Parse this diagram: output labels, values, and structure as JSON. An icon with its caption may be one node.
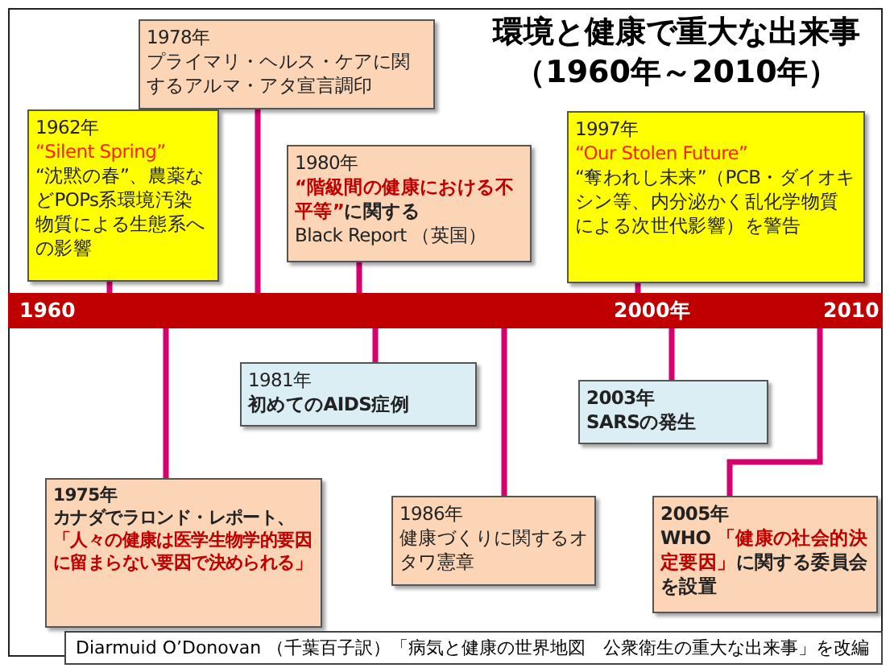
{
  "diagram": {
    "title": "環境と健康で重大な出来事（1960年～2010年）",
    "caption": "Diarmuid O’Donovan （千葉百子訳）「病気と健康の世界地図　公衆衛生の重大な出来事」を改編",
    "nodes": [
      {
        "text": [
          "1978年",
          "プライマリ・ヘルス・ケアに関するアルマ・アタ宣言調印"
        ]
      },
      {
        "text": [
          "1962年",
          "“Silent Spring”",
          "“沈黙の春”、農薬などPOPs系環境汚染物質による生態系への影響"
        ]
      },
      {
        "text": [
          "1980年",
          "**“階級間の健康における不平等”**に関する",
          "Black Report （英国）"
        ]
      },
      {
        "text": [
          "1997年",
          "“Our Stolen Future”",
          "“奪われし未来”（PCB・ダイオキシン等、内分泌かく乱化学物質による次世代影響）を警告"
        ]
      },
      {
        "text": [],
        "shape": "bar"
      },
      {
        "text": [
          "1981年",
          "初めてのAIDS症例"
        ]
      },
      {
        "text": [
          "2003年",
          "SARSの発生"
        ]
      },
      {
        "text": [
          "1975年",
          "カナダでラロンド・レポート、",
          "「人々の健康は医学生物学的要因に留まらない要因で決められる」"
        ]
      },
      {
        "text": [
          "1986年",
          "健康づくりに関するオタワ憲章"
        ]
      },
      {
        "text": [
          "2005年",
          "WHO **「健康の社会的決定要因」**に関する委員会を設置"
        ]
      }
    ],
    "edges": [
      {
        "from": 0,
        "to": 4,
        "arrow": "none"
      },
      {
        "from": 1,
        "to": 4,
        "arrow": "none"
      },
      {
        "from": 2,
        "to": 4,
        "arrow": "none"
      },
      {
        "from": 3,
        "to": 4,
        "arrow": "none"
      },
      {
        "from": 5,
        "to": 4,
        "arrow": "none"
      },
      {
        "from": 6,
        "to": 4,
        "arrow": "none"
      },
      {
        "from": 7,
        "to": 4,
        "arrow": "none"
      },
      {
        "from": 8,
        "to": 4,
        "arrow": "none"
      },
      {
        "from": 9,
        "to": 4,
        "arrow": "none"
      }
    ],
    "labels": [
      "1960",
      "2000年",
      "2010"
    ]
  }
}
